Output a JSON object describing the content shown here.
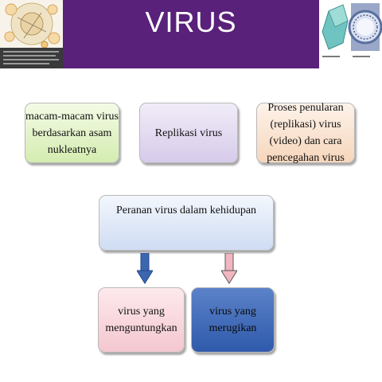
{
  "header": {
    "title": "VIRUS",
    "background_color": "#59217a"
  },
  "diagram": {
    "top_boxes": [
      {
        "label": "macam-macam virus berdasarkan asam nukleatnya",
        "color": "#d4ecb0"
      },
      {
        "label": "Replikasi virus",
        "color": "#d6cbea"
      },
      {
        "label": "Proses penularan (replikasi) virus (video) dan cara pencegahan virus",
        "color": "#f6d6bb"
      }
    ],
    "central_box": {
      "label": "Peranan virus dalam kehidupan",
      "color": "#cfdcf3"
    },
    "bottom_boxes": [
      {
        "label": "virus yang menguntungkan",
        "color": "#f4c7cf"
      },
      {
        "label": "virus yang merugikan",
        "color": "#2f5aab"
      }
    ],
    "arrows": [
      {
        "from": "Peranan virus dalam kehidupan",
        "to": "virus yang menguntungkan",
        "color": "#3b66b0"
      },
      {
        "from": "Peranan virus dalam kehidupan",
        "to": "virus yang merugikan",
        "color": "#f2b6c0"
      }
    ]
  }
}
